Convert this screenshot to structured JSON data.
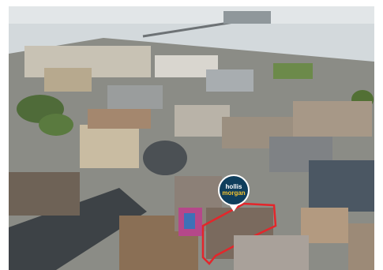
{
  "photo": {
    "subject": "aerial-town-view",
    "colors": {
      "sea": "#c9d0d3",
      "sky": "#dde2e4",
      "roof_dark": "#3d4246",
      "highlight": "#e3262b",
      "badge": "#0f3e5c",
      "badge_accent": "#f2c230"
    }
  },
  "badge": {
    "line1": "hollis",
    "line2": "morgan"
  }
}
